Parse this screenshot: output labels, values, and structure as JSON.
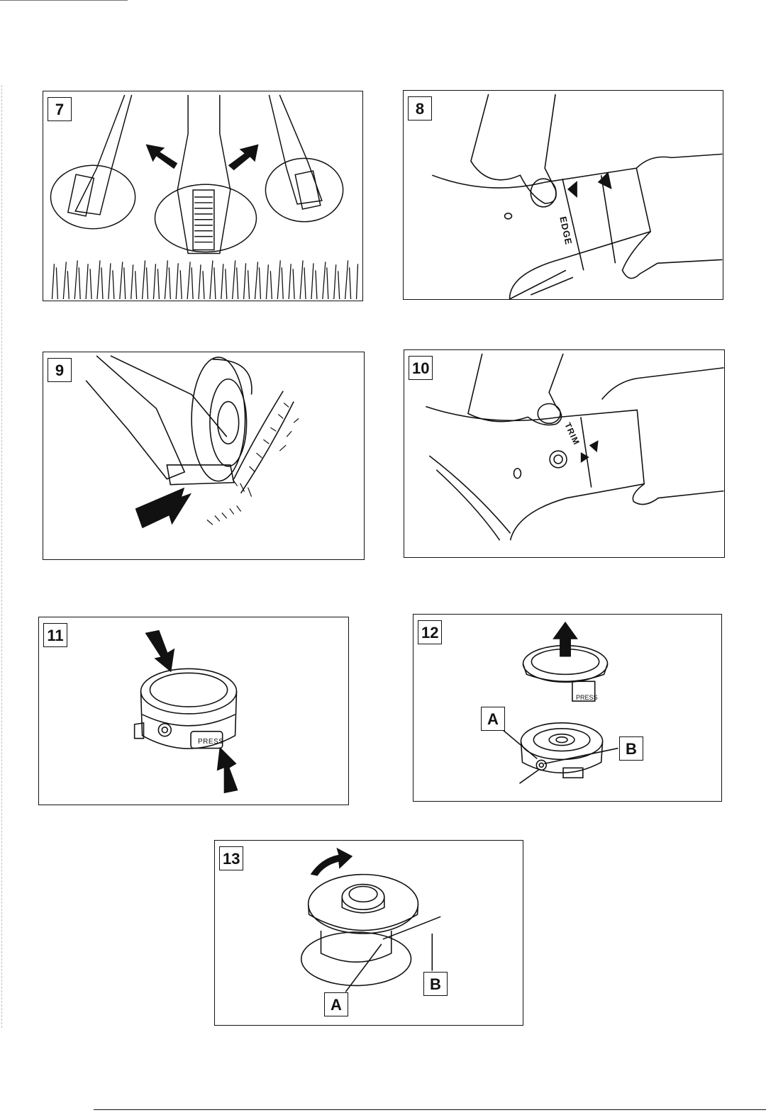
{
  "figures": [
    {
      "id": "fig7",
      "label": "7"
    },
    {
      "id": "fig8",
      "label": "8",
      "marking": "EDGE"
    },
    {
      "id": "fig9",
      "label": "9"
    },
    {
      "id": "fig10",
      "label": "10",
      "marking": "TRIM"
    },
    {
      "id": "fig11",
      "label": "11",
      "marking": "PRESS"
    },
    {
      "id": "fig12",
      "label": "12",
      "marking": "PRESS",
      "callouts": [
        "A",
        "B"
      ]
    },
    {
      "id": "fig13",
      "label": "13",
      "callouts": [
        "A",
        "B"
      ]
    }
  ]
}
